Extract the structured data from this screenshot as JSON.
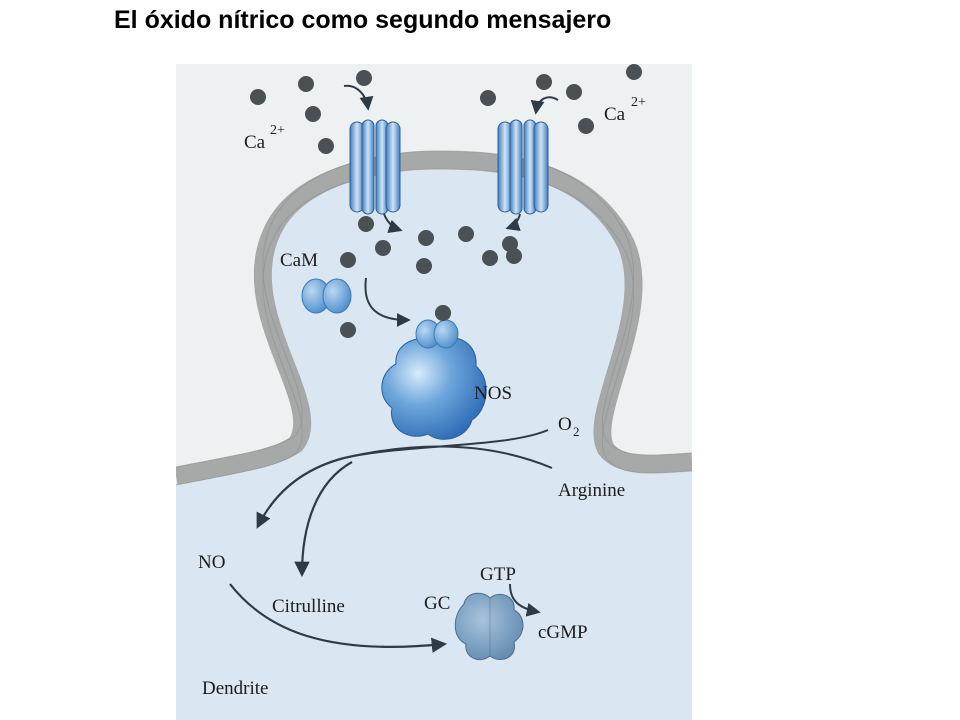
{
  "title": "El óxido nítrico como segundo mensajero",
  "diagram": {
    "labels": {
      "ca_left": "Ca",
      "ca_right": "Ca",
      "ca_charge": "2+",
      "cam": "CaM",
      "nos": "NOS",
      "o2": "O",
      "o2_sub": "2",
      "arginine": "Arginine",
      "no": "NO",
      "citrulline": "Citrulline",
      "gtp": "GTP",
      "gc": "GC",
      "cgmp": "cGMP",
      "dendrite": "Dendrite"
    },
    "colors": {
      "background": "#eef1f1",
      "cytoplasm": "#dae7f2",
      "membrane": "#a7a9a8",
      "protein_blue": "#4a86c6",
      "ion": "#4a5155",
      "arrow": "#2f3b44"
    }
  }
}
